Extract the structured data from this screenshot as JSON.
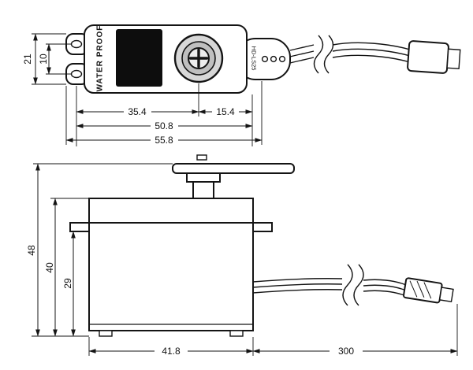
{
  "page": {
    "background": "#ffffff",
    "line_color": "#141414"
  },
  "diagram": {
    "top_view": {
      "brand_label": "WATER PROOF",
      "model_label": "HD-LS25",
      "dim_height_outer": "21",
      "dim_height_inner": "10",
      "dim_left_to_shaft": "35.4",
      "dim_shaft_to_right": "15.4",
      "dim_mount_span": "50.8",
      "dim_total_length": "55.8"
    },
    "side_view": {
      "dim_total_height": "48",
      "dim_body_height": "40",
      "dim_lower_body_height": "29",
      "dim_body_width": "41.8",
      "dim_cable_length": "300"
    }
  }
}
